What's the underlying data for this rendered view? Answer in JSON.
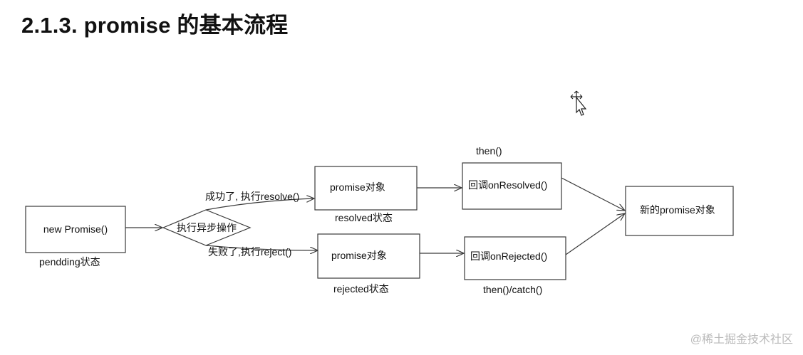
{
  "title": "2.1.3. promise 的基本流程",
  "nodes": {
    "new_promise": "new Promise()",
    "async_op": "执行异步操作",
    "promise_resolved": "promise对象",
    "promise_rejected": "promise对象",
    "on_resolved": "回调onResolved()",
    "on_rejected": "回调onRejected()",
    "new_promise_result": "新的promise对象"
  },
  "labels": {
    "pending_state": "pendding状态",
    "resolved_state": "resolved状态",
    "rejected_state": "rejected状态",
    "success_edge": "成功了, 执行resolve()",
    "fail_edge": "失败了,执行reject()",
    "then": "then()",
    "then_catch": "then()/catch()"
  },
  "watermark": "@稀土掘金技术社区",
  "colors": {
    "stroke": "#3a3a3a",
    "text": "#111111",
    "watermark": "#b9b9b9"
  },
  "icons": [
    "move-cursor-icon"
  ]
}
